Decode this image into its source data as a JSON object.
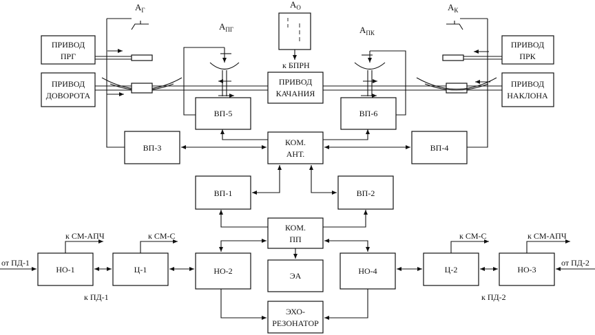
{
  "antennas": {
    "a_g": {
      "main": "А",
      "sub": "Г"
    },
    "a_o": {
      "main": "А",
      "sub": "О"
    },
    "a_k": {
      "main": "А",
      "sub": "К"
    },
    "a_pg": {
      "main": "А",
      "sub": "ПГ"
    },
    "a_pk": {
      "main": "А",
      "sub": "ПК"
    }
  },
  "blocks": {
    "privod_prg": [
      "ПРИВОД",
      "ПРГ"
    ],
    "privod_dovorota": [
      "ПРИВОД",
      "ДОВОРОТА"
    ],
    "privod_kachaniya": [
      "ПРИВОД",
      "КАЧАНИЯ"
    ],
    "privod_prk": [
      "ПРИВОД",
      "ПРК"
    ],
    "privod_naklona": [
      "ПРИВОД",
      "НАКЛОНА"
    ],
    "vp5": "ВП-5",
    "vp6": "ВП-6",
    "vp3": "ВП-3",
    "vp4": "ВП-4",
    "kom_ant": [
      "КОМ.",
      "АНТ."
    ],
    "vp1": "ВП-1",
    "vp2": "ВП-2",
    "kom_pp": [
      "КОМ.",
      "ПП"
    ],
    "no1": "НО-1",
    "c1": "Ц-1",
    "no2": "НО-2",
    "ea": "ЭА",
    "no4": "НО-4",
    "c2": "Ц-2",
    "no3": "НО-3",
    "exo": [
      "ЭХО-",
      "РЕЗОНАТОР"
    ]
  },
  "labels": {
    "k_bprn": "к БПРН",
    "k_sm_apch_left": "к СМ-АПЧ",
    "k_sm_s_left": "к СМ-С",
    "k_sm_s_right": "к СМ-С",
    "k_sm_apch_right": "к СМ-АПЧ",
    "ot_pd1": "от ПД-1",
    "ot_pd2": "от ПД-2",
    "k_pd1": "к ПД-1",
    "k_pd2": "к ПД-2"
  }
}
